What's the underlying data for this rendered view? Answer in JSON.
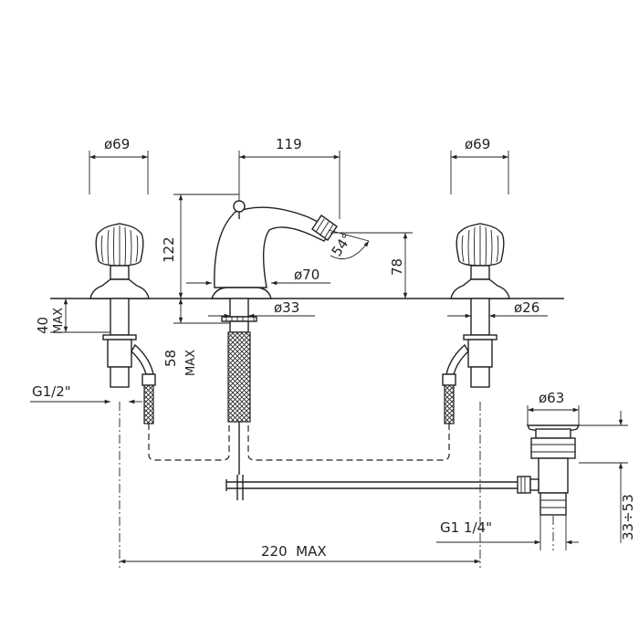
{
  "diagram": {
    "dimensions": {
      "left_handle_diameter": "ø69",
      "spout_width": "119",
      "right_handle_diameter": "ø69",
      "spout_height": "122",
      "jet_height": "78",
      "jet_angle": "54°",
      "spout_base_diameter": "ø70",
      "spout_shank_diameter": "ø33",
      "valve_shank_diameter": "ø26",
      "valve_max_depth": "40",
      "valve_max_depth_note": "MAX",
      "spout_max_depth": "58",
      "spout_max_depth_note": "MAX",
      "inlet_thread": "G1/2\"",
      "waste_diameter": "ø63",
      "waste_thread": "G1  1/4\"",
      "waste_range": "33÷53",
      "overall_width": "220  MAX"
    },
    "colors": {
      "line": "#222222",
      "background": "#ffffff"
    }
  }
}
